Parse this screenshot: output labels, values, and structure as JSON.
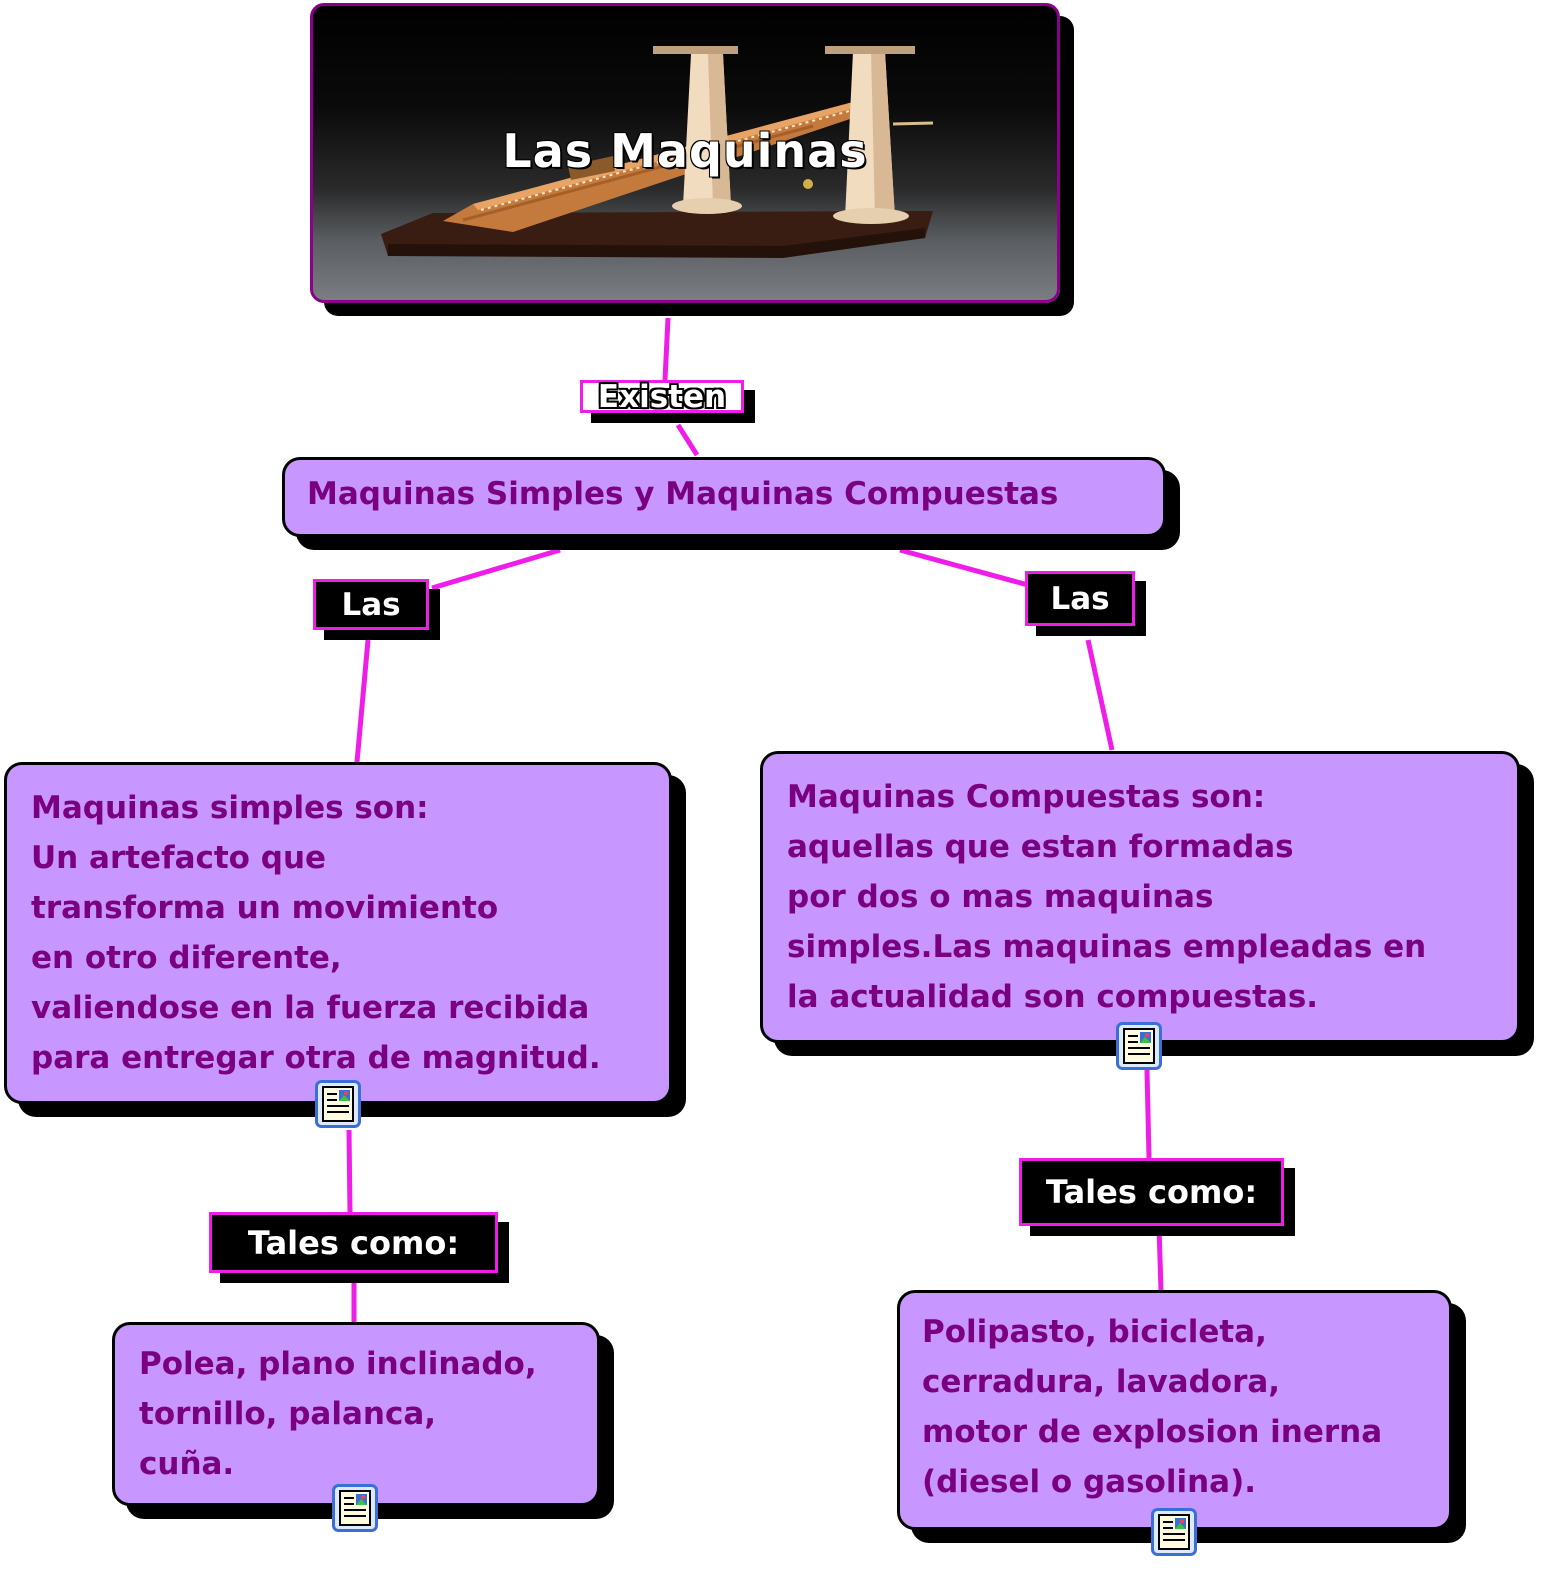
{
  "title": "Las Maquinas",
  "accent_line_color": "#ee1ee8",
  "node_fill_color": "#c896ff",
  "node_text_color": "#7a0080",
  "link_labels": {
    "existen": "Existen",
    "las_left": "Las",
    "las_right": "Las",
    "tales_left": "Tales como:",
    "tales_right": "Tales como:"
  },
  "nodes": {
    "main": "Maquinas Simples y Maquinas Compuestas",
    "simples": "Maquinas simples son:\nUn artefacto que\ntransforma un movimiento\nen otro diferente,\nvaliendose en la fuerza recibida\npara entregar otra de magnitud.",
    "compuestas": "Maquinas Compuestas son:\naquellas que estan formadas\npor dos o mas maquinas\nsimples.Las maquinas empleadas en\nla actualidad son compuestas.",
    "simples_examples": "Polea, plano inclinado,\ntornillo, palanca,\ncuña.",
    "compuestas_examples": "Polipasto, bicicleta,\ncerradura, lavadora,\nmotor de explosion inerna\n(diesel o gasolina)."
  },
  "icons": [
    "resource-document-icon",
    "resource-document-icon",
    "resource-document-icon",
    "resource-document-icon"
  ]
}
